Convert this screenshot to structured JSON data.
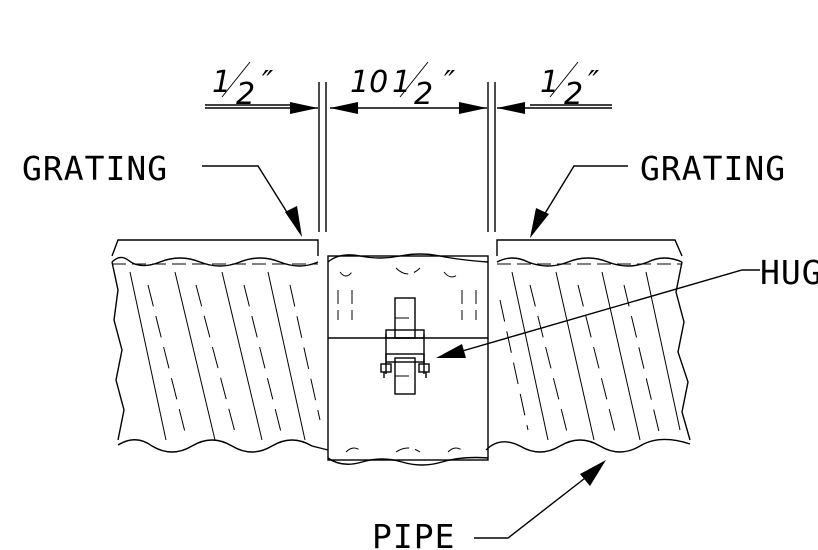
{
  "labels": {
    "grating_left": "GRATING",
    "grating_right": "GRATING",
    "hug": "HUG",
    "pipe": "PIPE"
  },
  "dimensions": {
    "left_gap_whole": "",
    "left_gap_num": "1",
    "left_gap_den": "2",
    "center_whole": "10",
    "center_num": "1",
    "center_den": "2",
    "right_gap_num": "1",
    "right_gap_den": "2",
    "inch_mark": "″"
  }
}
